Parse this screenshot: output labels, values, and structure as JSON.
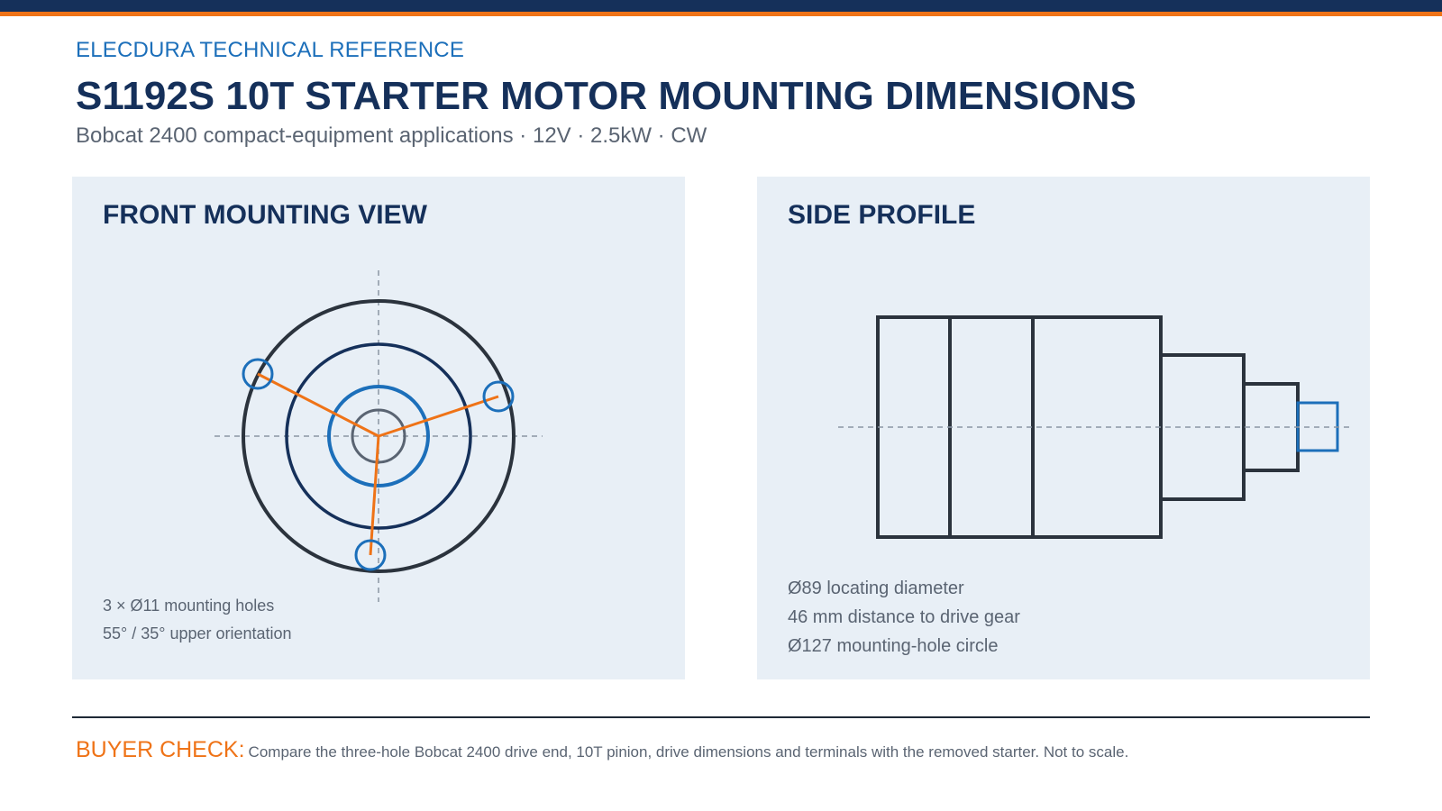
{
  "header": {
    "brand": "ELECDURA TECHNICAL REFERENCE",
    "title": "S1192S 10T STARTER MOTOR MOUNTING DIMENSIONS",
    "subtitle": "Bobcat 2400 compact-equipment applications · 12V · 2.5kW · CW"
  },
  "front_view": {
    "title": "FRONT MOUNTING VIEW",
    "notes": [
      "3 × Ø11 mounting holes",
      "55° / 35° upper orientation"
    ]
  },
  "side_profile": {
    "title": "SIDE PROFILE",
    "notes": [
      "Ø89 locating diameter",
      "46 mm distance to drive gear",
      "Ø127 mounting-hole circle"
    ]
  },
  "footer": {
    "label": "BUYER CHECK:",
    "text": "Compare the three-hole Bobcat 2400 drive end, 10T pinion, drive dimensions and terminals with the removed starter. Not to scale."
  },
  "colors": {
    "navy": "#15305a",
    "orange": "#ef7317",
    "blue": "#1c6fba",
    "outline": "#2b333d",
    "panel": "#e8eff6"
  }
}
